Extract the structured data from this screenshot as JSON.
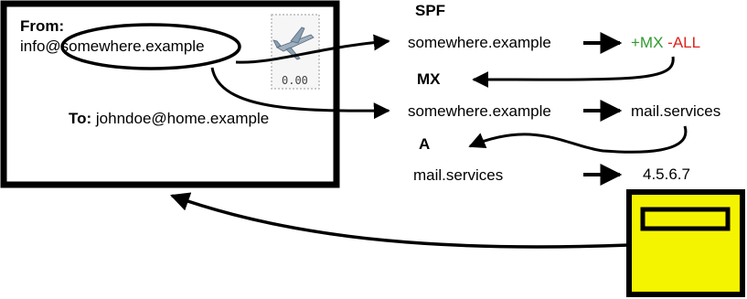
{
  "envelope": {
    "from_label": "From:",
    "from_prefix": "info@",
    "from_domain": "somewhere.example",
    "to_label": "To:",
    "to_address": "johndoe@home.example",
    "stamp_value": "0.00"
  },
  "lookups": {
    "spf": {
      "heading": "SPF",
      "query": "somewhere.example",
      "result_pass": "+MX",
      "result_fail": "-ALL"
    },
    "mx": {
      "heading": "MX",
      "query": "somewhere.example",
      "result": "mail.services"
    },
    "a": {
      "heading": "A",
      "query": "mail.services",
      "result": "4.5.6.7"
    }
  },
  "colors": {
    "pass": "#2e9a2e",
    "fail": "#e0221c",
    "server_fill": "#f4f400"
  }
}
